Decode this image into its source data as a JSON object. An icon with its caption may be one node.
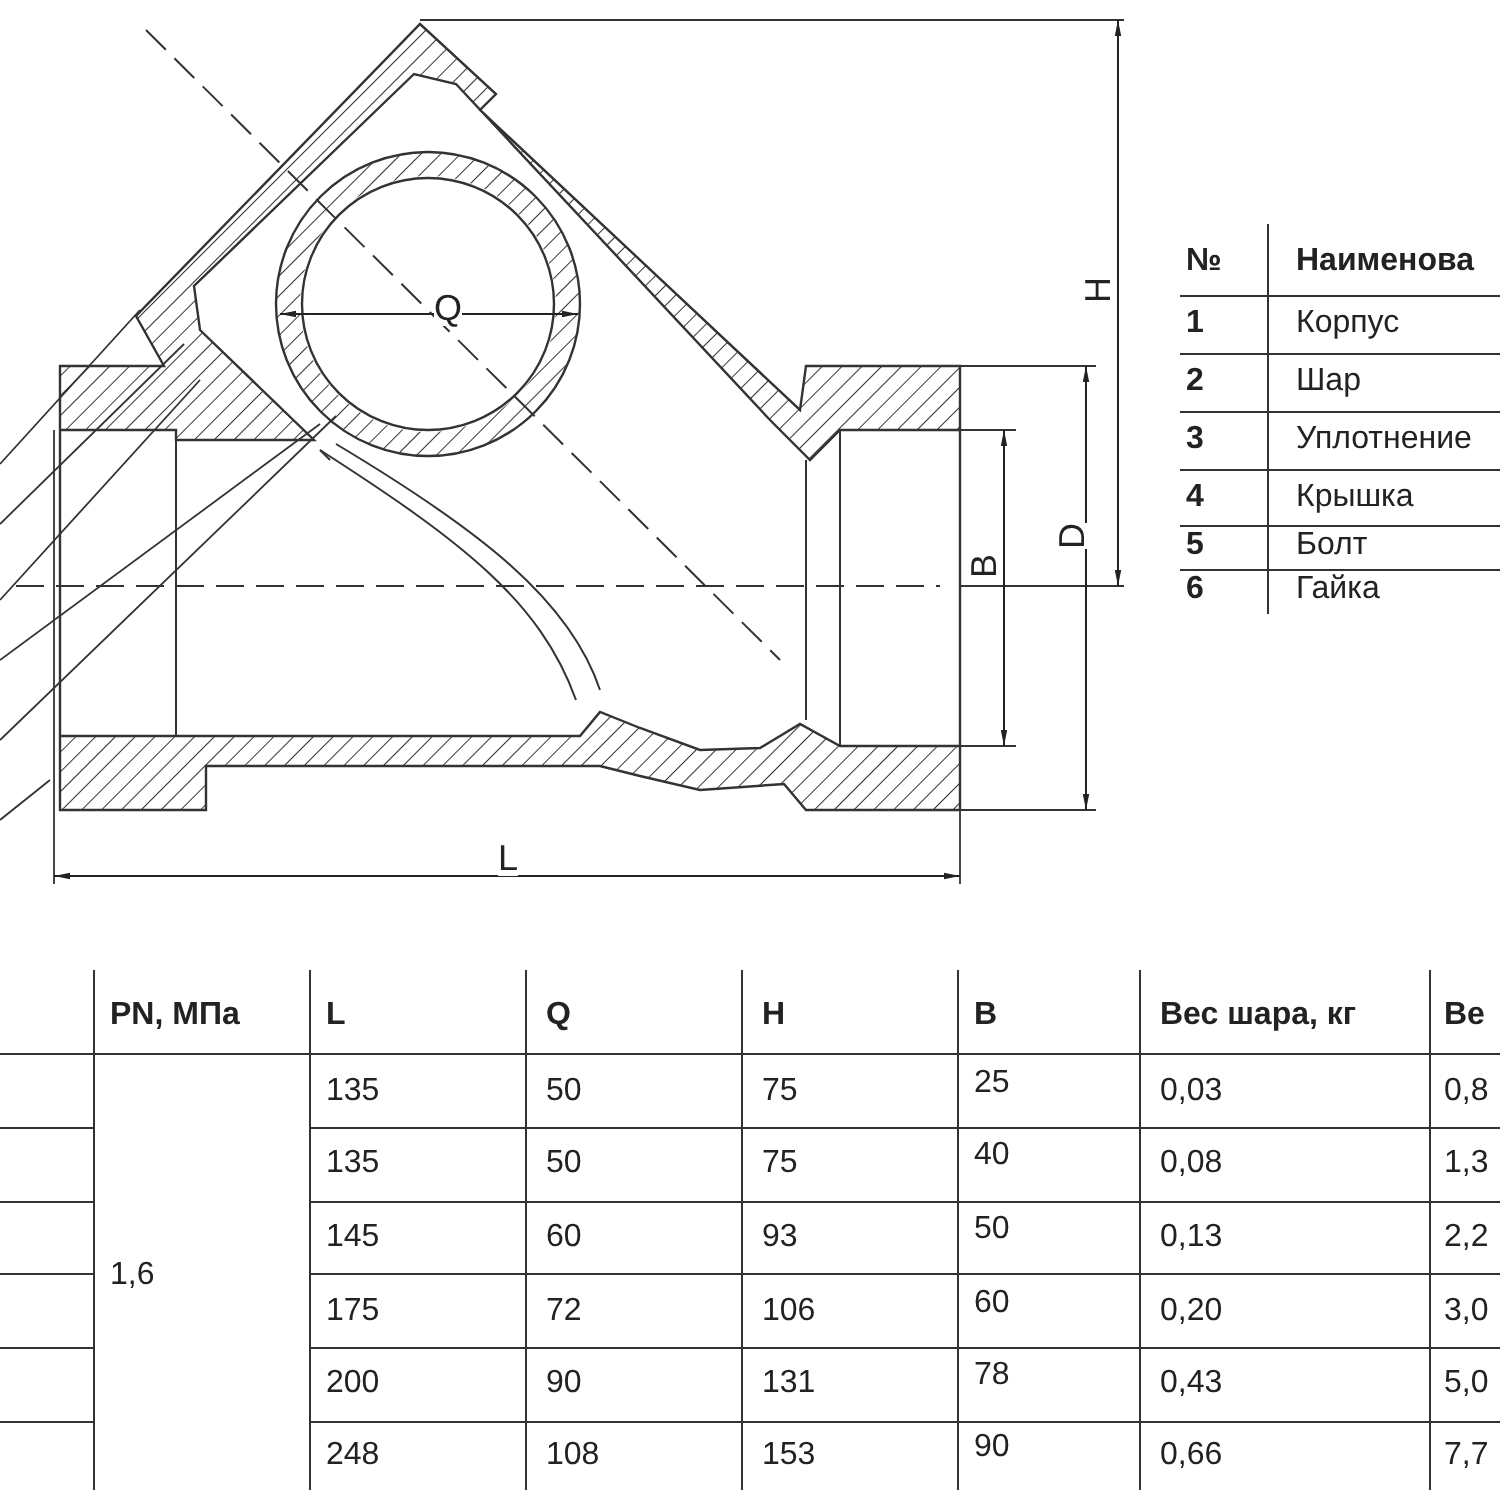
{
  "diagram": {
    "labels": [
      "Q",
      "H",
      "№",
      "Наименова",
      "1",
      "Корпус",
      "2",
      "Шар",
      "3",
      "Уплотнение",
      "4",
      "Крышка",
      "5",
      "Болт",
      "6",
      "Гайка",
      "D",
      "B",
      "L",
      "PN, МПа",
      "L",
      "Q",
      "H",
      "B",
      "Вес шара, кг",
      "Ве",
      "1,6",
      "135",
      "50",
      "75",
      "25",
      "0,03",
      "0,8",
      "135",
      "50",
      "75",
      "40",
      "0,08",
      "1,3",
      "145",
      "60",
      "93",
      "50",
      "0,13",
      "2,2",
      "175",
      "72",
      "106",
      "60",
      "0,20",
      "3,0",
      "200",
      "90",
      "131",
      "78",
      "0,43",
      "5,0",
      "248",
      "108",
      "153",
      "90",
      "0,66",
      "7,7"
    ]
  }
}
